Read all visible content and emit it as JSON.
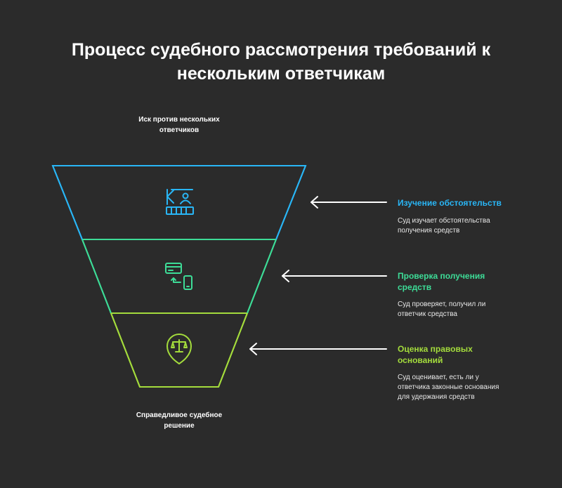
{
  "title": "Процесс судебного рассмотрения требований к нескольким ответчикам",
  "top_label": "Иск против нескольких ответчиков",
  "bottom_label": "Справедливое судебное решение",
  "colors": {
    "background": "#2b2b2b",
    "stage1": "#29b6f6",
    "stage2": "#3ddc97",
    "stage3": "#a4dc3c",
    "arrow": "#ffffff"
  },
  "stages": [
    {
      "icon": "court-building-person-icon",
      "title": "Изучение обстоятельств",
      "description": "Суд изучает обстоятельства получения средств"
    },
    {
      "icon": "card-transfer-phone-icon",
      "title": "Проверка получения средств",
      "description": "Суд проверяет, получил ли ответчик средства"
    },
    {
      "icon": "scales-pin-icon",
      "title": "Оценка правовых оснований",
      "description": "Суд оценивает, есть ли у ответчика законные основания для удержания средств"
    }
  ]
}
